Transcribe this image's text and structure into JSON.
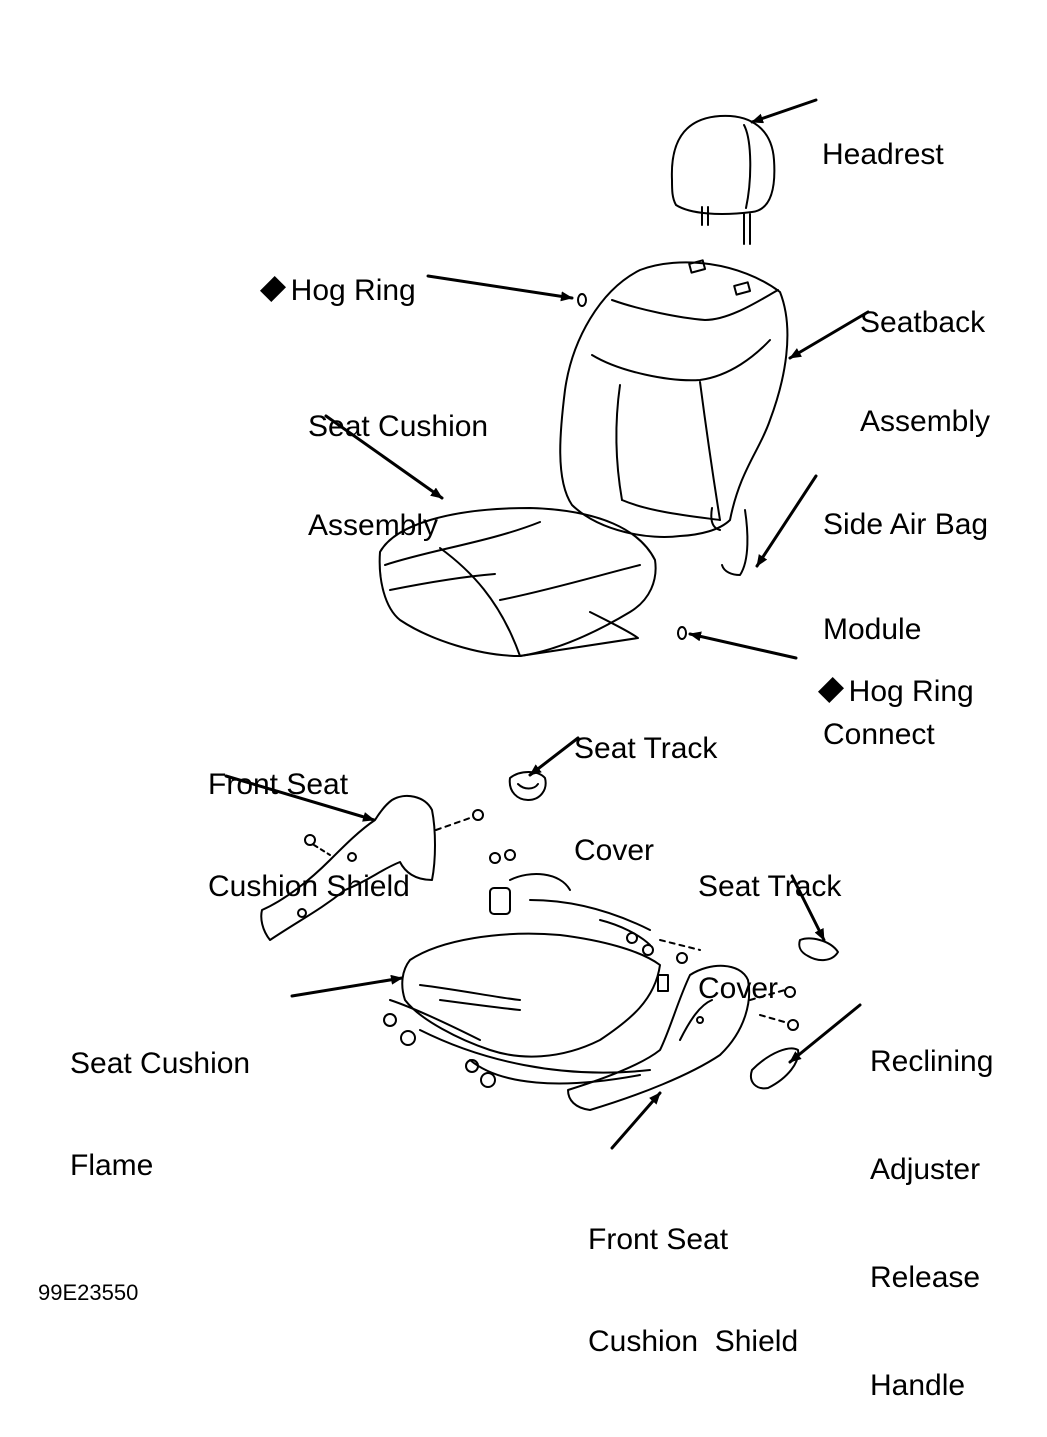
{
  "labels": {
    "headrest": "Headrest",
    "hog_ring_top": "Hog Ring",
    "seatback_line1": "Seatback",
    "seatback_line2": "Assembly",
    "seat_cushion_assy_line1": "Seat Cushion",
    "seat_cushion_assy_line2": "Assembly",
    "side_air_bag_line1": "Side Air Bag",
    "side_air_bag_line2": "Module",
    "side_air_bag_line3": "Connect",
    "hog_ring_bottom": "Hog Ring",
    "seat_track_cover_1_line1": "Seat Track",
    "seat_track_cover_1_line2": "Cover",
    "front_shield_left_line1": "Front Seat",
    "front_shield_left_line2": "Cushion Shield",
    "seat_track_cover_2_line1": "Seat Track",
    "seat_track_cover_2_line2": "Cover",
    "cushion_frame_line1": "Seat Cushion",
    "cushion_frame_line2": "Flame",
    "reclining_line1": "Reclining",
    "reclining_line2": "Adjuster",
    "reclining_line3": "Release",
    "reclining_line4": "Handle",
    "front_shield_bottom_line1": "Front Seat",
    "front_shield_bottom_line2": "Cushion  Shield",
    "figure_id": "99E23550"
  },
  "colors": {
    "ink": "#000000",
    "background": "#ffffff"
  }
}
